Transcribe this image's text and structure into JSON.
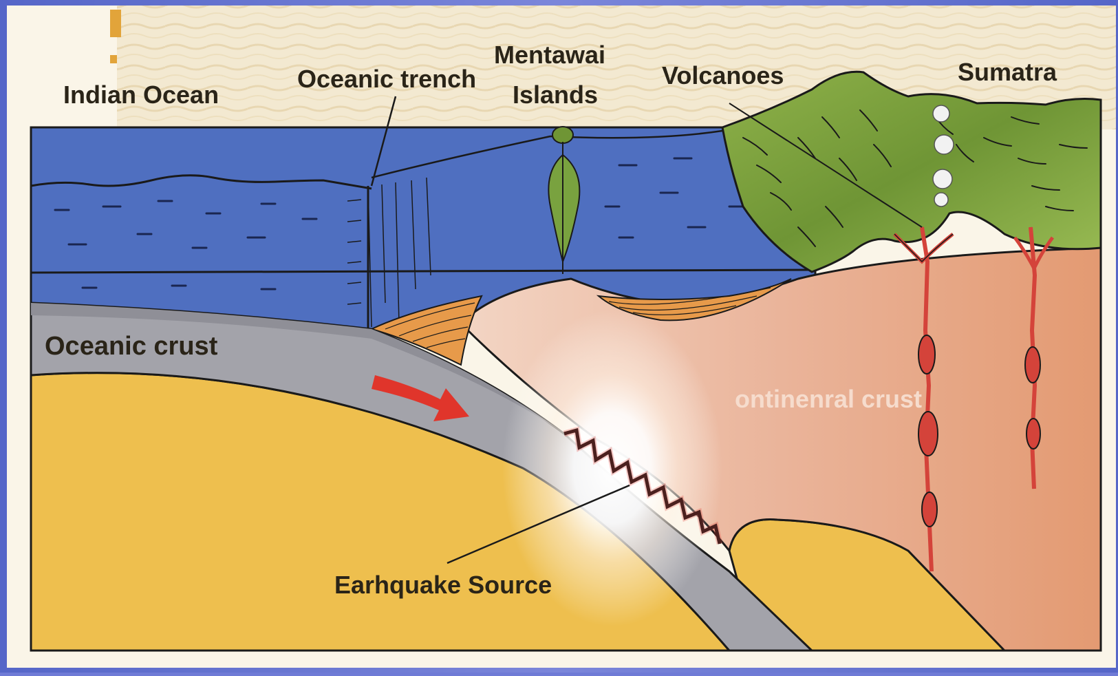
{
  "diagram": {
    "labels": {
      "indian_ocean": "Indian Ocean",
      "oceanic_trench": "Oceanic trench",
      "mentawai_line1": "Mentawai",
      "mentawai_line2": "Islands",
      "volcanoes": "Volcanoes",
      "sumatra": "Sumatra",
      "oceanic_crust": "Oceanic crust",
      "continental_crust": "ontinenral crust",
      "earthquake_source": "Earhquake Source"
    },
    "colors": {
      "background": "#6f7bd6",
      "paper": "#efe4c8",
      "ocean": "#4f6fc0",
      "oceanic_crust": "#9d9ea6",
      "mantle": "#eebf4e",
      "continental_crust": "#e8a588",
      "land": "#7fa23c",
      "magma": "#d4433a",
      "arrow": "#e0352b",
      "text": "#2a2418"
    }
  }
}
